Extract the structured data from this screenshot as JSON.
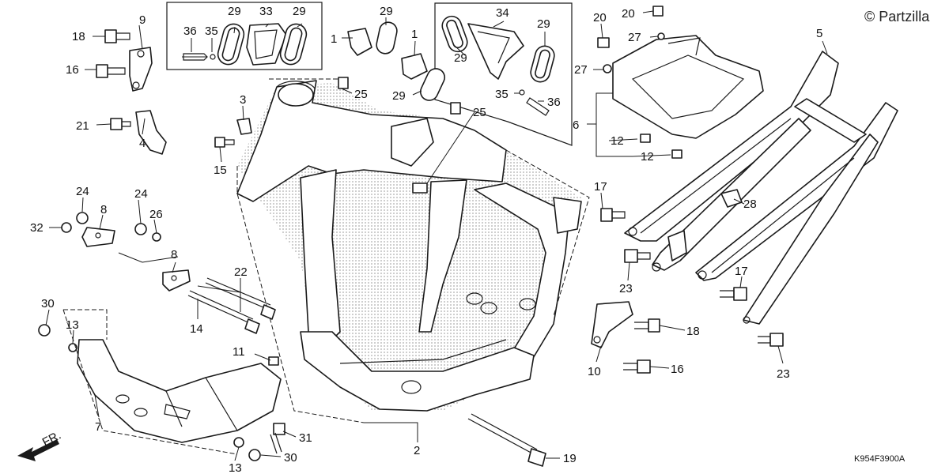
{
  "watermark": "© Partzilla",
  "diagram_code": "K954F3900A",
  "direction_label": "FR.",
  "callouts": {
    "n1a": "1",
    "n1b": "1",
    "n2": "2",
    "n3": "3",
    "n4": "4",
    "n5": "5",
    "n6": "6",
    "n7": "7",
    "n8a": "8",
    "n8b": "8",
    "n9": "9",
    "n10": "10",
    "n11": "11",
    "n12a": "12",
    "n12b": "12",
    "n13a": "13",
    "n13b": "13",
    "n14": "14",
    "n15": "15",
    "n16a": "16",
    "n16b": "16",
    "n17a": "17",
    "n17b": "17",
    "n18a": "18",
    "n18b": "18",
    "n19": "19",
    "n20a": "20",
    "n20b": "20",
    "n21": "21",
    "n22": "22",
    "n23a": "23",
    "n23b": "23",
    "n24a": "24",
    "n24b": "24",
    "n25a": "25",
    "n25b": "25",
    "n26": "26",
    "n27a": "27",
    "n27b": "27",
    "n28": "28",
    "n29a": "29",
    "n29b": "29",
    "n29c": "29",
    "n29d": "29",
    "n29e": "29",
    "n29f": "29",
    "n30a": "30",
    "n30b": "30",
    "n31": "31",
    "n32": "32",
    "n33": "33",
    "n34": "34",
    "n35a": "35",
    "n35b": "35",
    "n36a": "36",
    "n36b": "36"
  }
}
